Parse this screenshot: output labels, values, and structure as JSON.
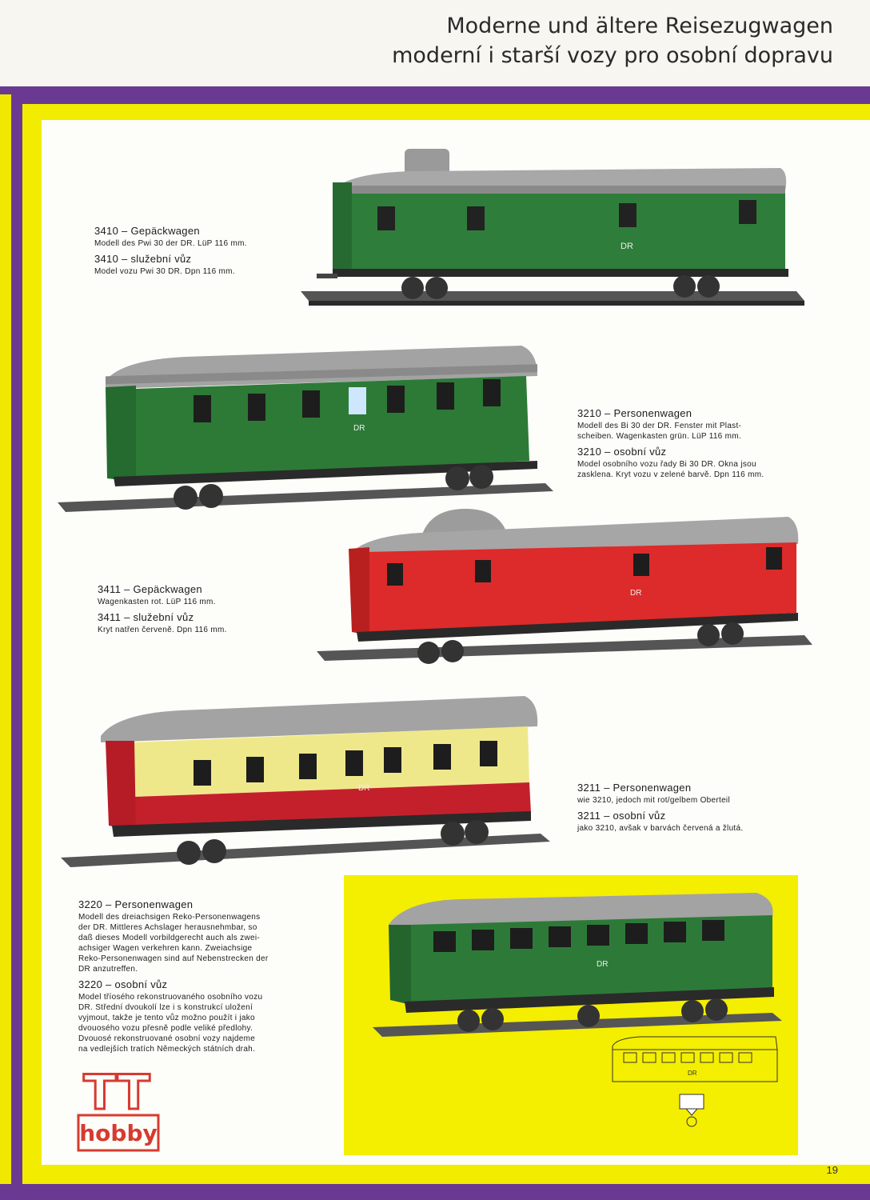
{
  "title": {
    "line1": "Moderne und ältere Reisezugwagen",
    "line2": "moderní i starší vozy pro osobní dopravu"
  },
  "products": [
    {
      "de_heading": "3410 – Gepäckwagen",
      "de_text": "Modell des Pwi 30 der DR. LüP 116 mm.",
      "cs_heading": "3410 – služební vůz",
      "cs_text": "Model vozu Pwi 30 DR. Dpn 116 mm.",
      "body_color": "#2f7d3a",
      "wagon_marking": "DR"
    },
    {
      "de_heading": "3210 – Personenwagen",
      "de_text_1": "Modell des Bi 30 der DR. Fenster mit Plast-",
      "de_text_2": "scheiben. Wagenkasten grün. LüP 116 mm.",
      "cs_heading": "3210 – osobní vůz",
      "cs_text_1": "Model osobního vozu řady Bi 30 DR. Okna jsou",
      "cs_text_2": "zasklena. Kryt vozu v zelené barvě. Dpn 116 mm.",
      "body_color": "#2c7a36",
      "wagon_marking": "DR"
    },
    {
      "de_heading": "3411 – Gepäckwagen",
      "de_text": "Wagenkasten rot. LüP 116 mm.",
      "cs_heading": "3411 – služební vůz",
      "cs_text": "Kryt natřen červeně. Dpn 116 mm.",
      "body_color": "#dd2a2a",
      "wagon_marking": "DR"
    },
    {
      "de_heading": "3211 – Personenwagen",
      "de_text": "wie 3210, jedoch mit rot/gelbem Oberteil",
      "cs_heading": "3211 – osobní vůz",
      "cs_text": "jako 3210, avšak v barvách červená a žlutá.",
      "body_color_top": "#efe88a",
      "body_color_bottom": "#c4202c",
      "wagon_marking": "DR"
    },
    {
      "de_heading": "3220 – Personenwagen",
      "de_lines": [
        "Modell des dreiachsigen Reko-Personenwagens",
        "der DR. Mittleres Achslager herausnehmbar, so",
        "daß dieses Modell vorbildgerecht auch als zwei-",
        "achsiger Wagen verkehren kann. Zweiachsige",
        "Reko-Personenwagen sind auf Nebenstrecken der",
        "DR anzutreffen."
      ],
      "cs_heading": "3220 – osobní vůz",
      "cs_lines": [
        "Model tříosého rekonstruovaného osobního vozu",
        "DR. Střední dvoukolí lze i s konstrukcí uložení",
        "vyjmout, takže je tento vůz možno použít i jako",
        "dvouosého vozu přesně podle veliké předlohy.",
        "Dvouosé rekonstruované osobní vozy najdeme",
        "na vedlejších tratích Německých státních drah."
      ],
      "body_color": "#2d7a38",
      "wagon_marking": "DR"
    }
  ],
  "diagram_label": "DR",
  "logo": {
    "top": "TT",
    "bottom": "hobby"
  },
  "page_number": "19",
  "colors": {
    "purple": "#6a3a92",
    "yellow": "#f2ec00",
    "logo_red": "#d63b2f"
  }
}
